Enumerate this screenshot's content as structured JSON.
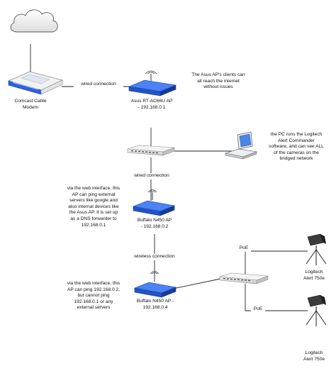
{
  "diagram": {
    "nodes": {
      "cloud": {
        "name": "cloud-icon"
      },
      "modem": {
        "label": "Comcast Cable\nModem"
      },
      "asus": {
        "label": "Asus  RT-AC66U AP\n- 192.168.0.1"
      },
      "switch1": {
        "label": ""
      },
      "pc": {
        "label": ""
      },
      "buffalo1": {
        "label": "Buffalo N450 AP\n- 192.168.0.2"
      },
      "buffalo2": {
        "label": "Buffalo N450 AP -\n192.168.0.4"
      },
      "switch2": {
        "label": ""
      },
      "camera1": {
        "label": "Logitech\nAlert 750e"
      },
      "camera2": {
        "label": "Logitech\nAlert 750e"
      }
    },
    "edges": {
      "modem_asus": "wired connection",
      "switch_buffalo1": "wired connection",
      "buffalo1_buffalo2": "wireless connection",
      "poe1": "PoE",
      "poe2": "PoE"
    },
    "notes": {
      "asus_clients": "The Asus AP's clients can\nall reach the internet\nwithout issues",
      "pc_note": "the PC runs the Logitech\nAlert Commander\nsoftware, and can see ALL\nof the cameras on the\nbridged network",
      "buffalo1_note": "via the web interface, this\nAP can ping external\nservers like google and\nalso internal devices like\nthe Asus AP.  It is set up\nas a DNS forwarder to\n192.168.0.1",
      "buffalo2_note": "via the web interface, this\nAP can ping 192.168.0.2,\nbut cannot ping\n192.168.0.1 or any\nexternal servers"
    }
  },
  "colors": {
    "router_blue": "#2a5fd8",
    "router_dark": "#1b3f9e",
    "line": "#222222",
    "device_grey": "#d7d9dc"
  }
}
